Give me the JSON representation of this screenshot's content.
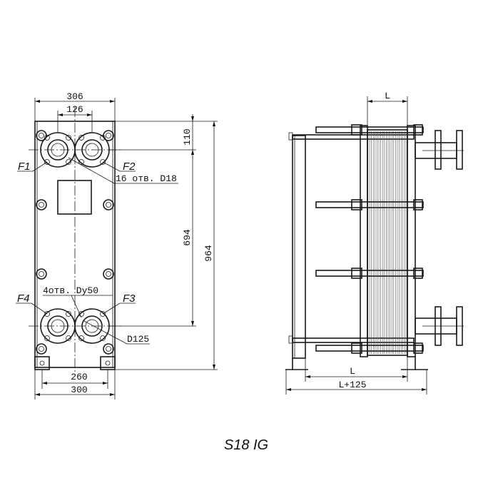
{
  "front_view": {
    "dim_width_top": "306",
    "dim_port_spacing_top": "126",
    "dim_top_offset": "110",
    "dim_port_vertical": "694",
    "dim_total_height": "964",
    "dim_port_spacing_bottom": "260",
    "dim_width_bottom": "300",
    "port_labels": [
      "F1",
      "F2",
      "F3",
      "F4"
    ],
    "note_holes": "16 отв. D18",
    "note_flange_holes": "4отв. Dy50",
    "note_diameter": "D125"
  },
  "side_view": {
    "dim_plate_pack": "L",
    "dim_length": "L",
    "dim_total_length": "L+125"
  },
  "caption": "S18 IG"
}
